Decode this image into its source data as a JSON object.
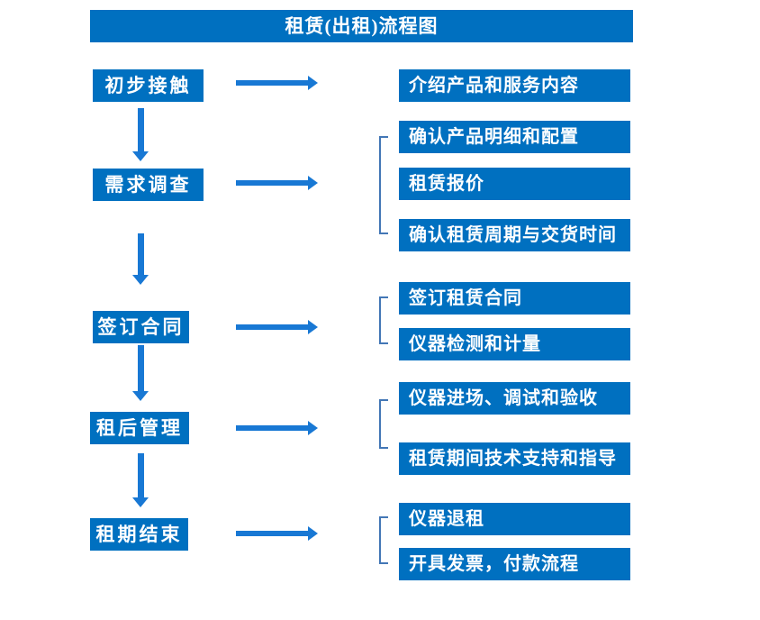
{
  "title": "租赁(出租)流程图",
  "colors": {
    "box_fill": "#0070C0",
    "box_text": "#FFFFFF",
    "arrow": "#1878D4",
    "bracket": "#4377B6",
    "background": "#FFFFFF"
  },
  "flow": {
    "steps": [
      {
        "label": "初步接触",
        "details": [
          "介绍产品和服务内容"
        ]
      },
      {
        "label": "需求调查",
        "details": [
          "确认产品明细和配置",
          "租赁报价",
          "确认租赁周期与交货时间"
        ]
      },
      {
        "label": "签订合同",
        "details": [
          "签订租赁合同",
          "仪器检测和计量"
        ]
      },
      {
        "label": "租后管理",
        "details": [
          "仪器进场、调试和验收",
          "租赁期间技术支持和指导"
        ]
      },
      {
        "label": "租期结束",
        "details": [
          "仪器退租",
          "开具发票，付款流程"
        ]
      }
    ]
  }
}
